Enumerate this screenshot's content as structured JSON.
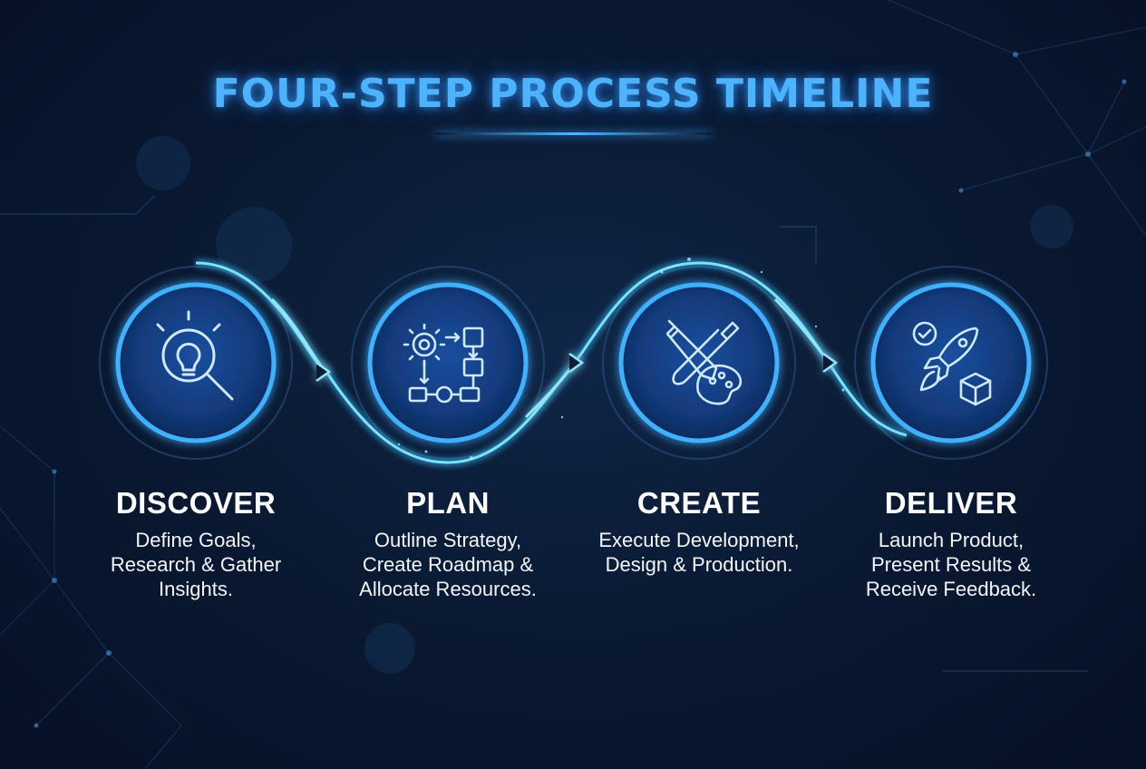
{
  "title": "FOUR-STEP PROCESS TIMELINE",
  "steps": [
    {
      "title": "DISCOVER",
      "description": "Define Goals,\nResearch & Gather\nInsights.",
      "icon": "lightbulb-magnifier-icon"
    },
    {
      "title": "PLAN",
      "description": "Outline Strategy,\nCreate Roadmap &\nAllocate Resources.",
      "icon": "gear-flowchart-icon"
    },
    {
      "title": "CREATE",
      "description": "Execute Development,\nDesign & Production.",
      "icon": "pencil-brush-palette-icon"
    },
    {
      "title": "DELIVER",
      "description": "Launch Product,\nPresent Results &\nReceive Feedback.",
      "icon": "rocket-box-icon"
    }
  ],
  "colors": {
    "background": "#0a1a33",
    "accent": "#4db3ff",
    "glow": "#39c6ff"
  }
}
